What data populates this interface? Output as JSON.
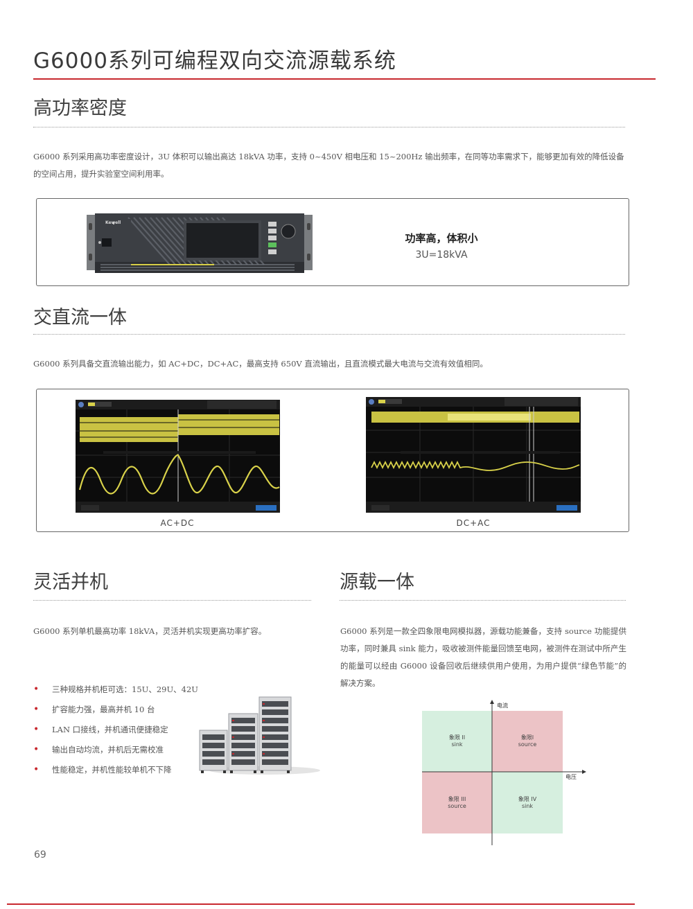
{
  "page": {
    "title": "G6000系列可编程双向交流源载系统",
    "page_number": "69"
  },
  "sec1": {
    "title": "高功率密度",
    "body": "G6000 系列采用高功率密度设计，3U 体积可以输出高达 18kVA 功率，支持 0~450V 相电压和 15~200Hz 输出频率，在同等功率需求下，能够更加有效的降低设备的空间占用，提升实验室空间利用率。",
    "device_brand": "Kewell",
    "feature_title": "功率高，体积小",
    "feature_sub": "3U=18kVA"
  },
  "sec2": {
    "title": "交直流一体",
    "body": "G6000 系列具备交直流输出能力，如 AC+DC，DC+AC，最高支持 650V 直流输出，且直流模式最大电流与交流有效值相同。",
    "caption_left": "AC+DC",
    "caption_right": "DC+AC"
  },
  "sec3": {
    "title": "灵活并机",
    "body": "G6000 系列单机最高功率 18kVA，灵活并机实现更高功率扩容。",
    "bullets": [
      "三种规格并机柜可选：15U、29U、42U",
      "扩容能力强，最高并机 10 台",
      "LAN 口接线，并机通讯便捷稳定",
      "输出自动均流，并机后无需校准",
      "性能稳定，并机性能较单机不下降"
    ]
  },
  "sec4": {
    "title": "源载一体",
    "body": "G6000 系列是一款全四象限电网模拟器，源载功能兼备，支持 source 功能提供功率，同时兼具 sink 能力，吸收被测件能量回馈至电网，被测件在测试中所产生的能量可以经由 G6000 设备回收后继续供用户使用，为用户提供“绿色节能”的解决方案。",
    "axis_current": "电流",
    "axis_voltage": "电压",
    "quadrants": {
      "q1": {
        "name": "象限I",
        "mode": "source"
      },
      "q2": {
        "name": "象限 II",
        "mode": "sink"
      },
      "q3": {
        "name": "象限 III",
        "mode": "source"
      },
      "q4": {
        "name": "象限 IV",
        "mode": "sink"
      }
    }
  },
  "colors": {
    "accent_red": "#c8282e",
    "quad_green": "#d6efdf",
    "quad_pink": "#ecc3c6",
    "scope_bg": "#0c0c0c",
    "trace_yellow": "#d9d24a"
  }
}
